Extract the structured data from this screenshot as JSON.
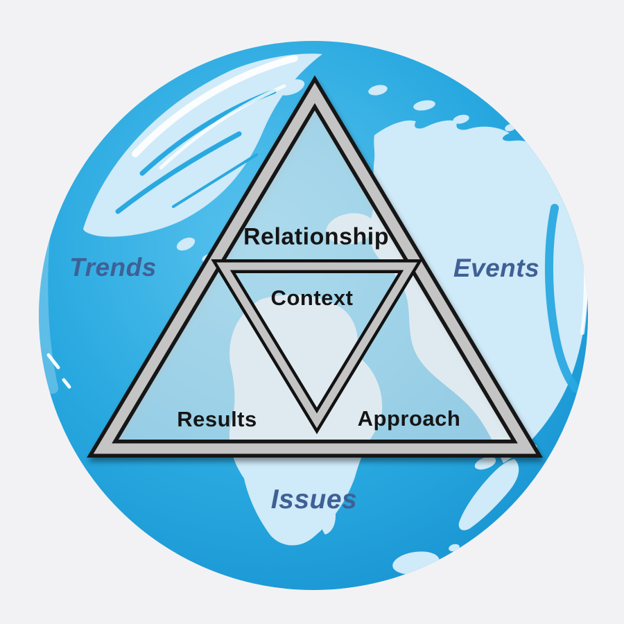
{
  "triangle_labels": {
    "top": "Relationship",
    "center": "Context",
    "bottom_left": "Results",
    "bottom_right": "Approach"
  },
  "globe_labels": {
    "left": "Trends",
    "right": "Events",
    "bottom": "Issues"
  },
  "colors": {
    "background": "#f2f2f4",
    "ocean": "#29a9e0",
    "ocean_light": "#5ac3ee",
    "ocean_deep": "#1590cf",
    "land": "#cfeaf8",
    "band_gray": "#c4c4c4",
    "outline_black": "#121212",
    "interior_overlay": "rgba(255,255,255,0.47)",
    "text_black": "#151515",
    "text_blue": "#3f6095"
  }
}
